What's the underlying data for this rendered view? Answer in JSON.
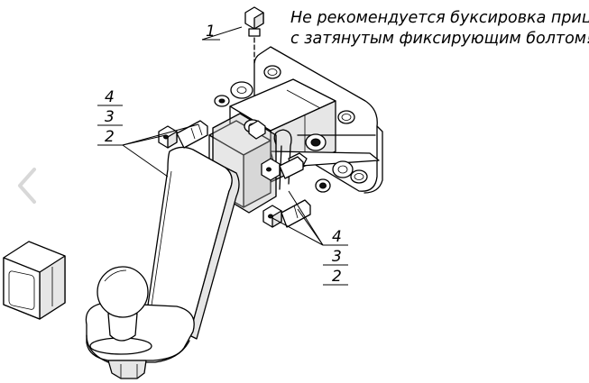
{
  "note": {
    "line1": "Не рекомендуется буксировка прицепа",
    "line2": "с затянутым фиксирующим болтом!"
  },
  "callouts": {
    "top_bolt": "1",
    "left_stack": [
      "4",
      "3",
      "2"
    ],
    "right_stack": [
      "4",
      "3",
      "2"
    ]
  },
  "icons": {
    "nav_prev": "chevron-left-icon"
  }
}
